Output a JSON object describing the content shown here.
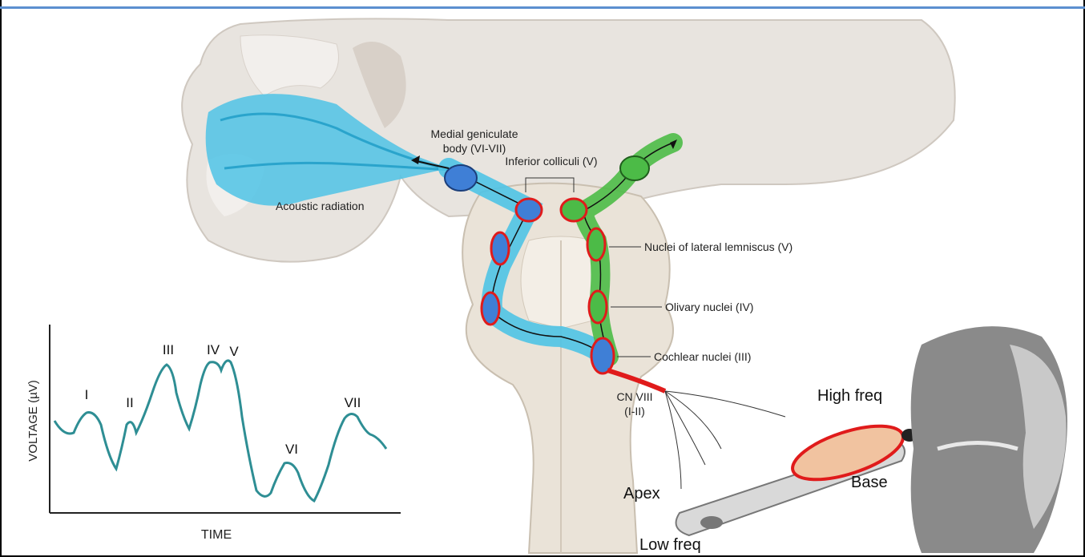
{
  "title_fragment": "",
  "anatomy_labels": {
    "medial_geniculate_line1": "Medial geniculate",
    "medial_geniculate_line2": "body (VI-VII)",
    "inferior_colliculi": "Inferior colliculi (V)",
    "acoustic_radiation": "Acoustic radiation",
    "lateral_lemniscus": "Nuclei of lateral lemniscus (V)",
    "olivary_nuclei": "Olivary nuclei (IV)",
    "cochlear_nuclei": "Cochlear nuclei (III)",
    "cn_viii_line1": "CN VIII",
    "cn_viii_line2": "(I-II)"
  },
  "cochlea_labels": {
    "high_freq": "High freq",
    "base": "Base",
    "apex": "Apex",
    "low_freq": "Low freq"
  },
  "abr_waveform": {
    "y_label": "VOLTAGE (µV)",
    "x_label": "TIME",
    "peaks": [
      "I",
      "II",
      "III",
      "IV",
      "V",
      "VI",
      "VII"
    ]
  },
  "colors": {
    "blue_pathway": "#4fc3e6",
    "green_pathway": "#4cbb47",
    "red_highlight": "#e01b1b",
    "top_rule": "#5b8fd0",
    "waveform": "#2e8e94"
  }
}
